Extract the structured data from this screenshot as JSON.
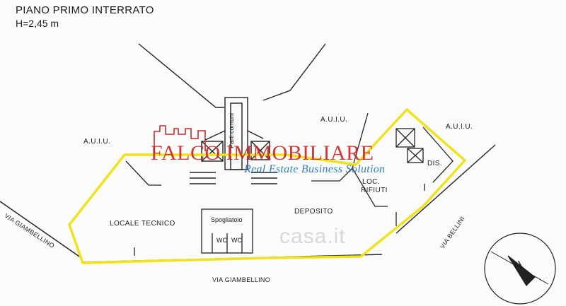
{
  "header": {
    "title": "PIANO PRIMO INTERRATO",
    "height": "H=2,45 m"
  },
  "labels": {
    "auiu_left": "A.U.I.U.",
    "auiu_center": "A.U.I.U.",
    "auiu_right": "A.U.I.U.",
    "parti_comuni": "Parti comuni",
    "locale_tecnico": "LOCALE TECNICO",
    "spogliatoio": "Spogliatoio",
    "wc": "WC",
    "deposito": "DEPOSITO",
    "loc_rifiuti_1": "LOC.",
    "loc_rifiuti_2": "RIFIUTI",
    "dis": "DIS."
  },
  "streets": {
    "west": "VIA GIAMBELLINO",
    "south": "VIA GIAMBELLINO",
    "east": "VIA BELLINI"
  },
  "compass": {
    "north": "N"
  },
  "branding": {
    "logo": "FALCO IMMOBILIARE",
    "tagline": "Real Estate Business Solution",
    "watermark": "casa.it"
  },
  "colors": {
    "outline": "#f0e21e",
    "logo": "#c9292b",
    "tagline": "#1e6fb5"
  }
}
